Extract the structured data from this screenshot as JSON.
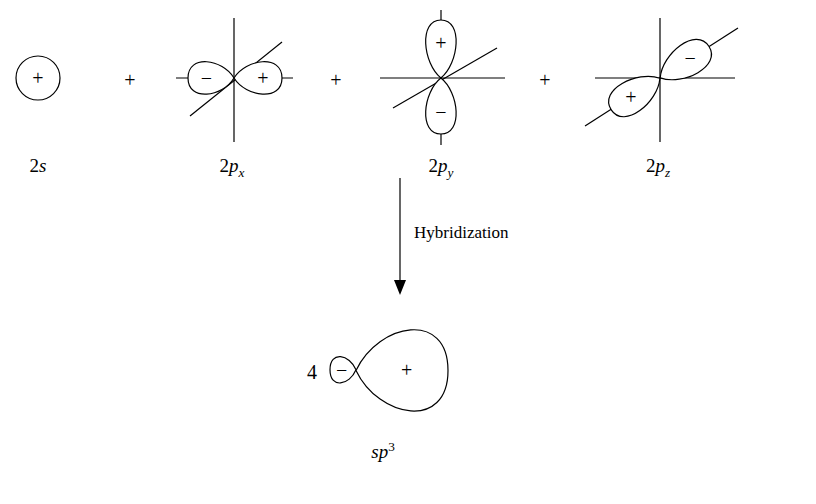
{
  "diagram": {
    "nodes": [
      {
        "text": [
          "+"
        ]
      },
      {
        "text": [
          "−"
        ]
      },
      {
        "text": [
          "+"
        ]
      },
      {
        "text": [
          "+"
        ]
      },
      {
        "text": [
          "−"
        ]
      },
      {
        "text": [
          "+"
        ]
      },
      {
        "text": [
          "−"
        ]
      },
      {
        "text": [
          "−"
        ]
      },
      {
        "text": [
          "+"
        ]
      }
    ],
    "labels": [
      "+",
      "+",
      "+",
      "2s",
      "2px",
      "2py",
      "2pz",
      "Hybridization",
      "4",
      "sp3"
    ]
  }
}
